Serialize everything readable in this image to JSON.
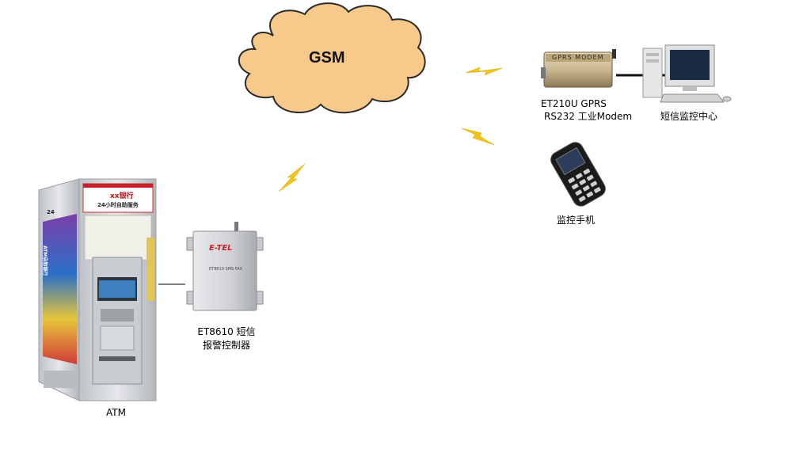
{
  "cloud": {
    "label": "GSM"
  },
  "modem": {
    "plate_text": "GPRS MODEM",
    "label_line1": "ET210U GPRS",
    "label_line2": "RS232 工业Modem"
  },
  "monitor_center": {
    "label": "短信监控中心"
  },
  "phone": {
    "label": "监控手机"
  },
  "controller": {
    "brand": "E-TEL",
    "model_text": "ET8610 SMS FAX",
    "label_line1": "ET8610 短信",
    "label_line2": "报警控制器"
  },
  "atm": {
    "label": "ATM",
    "bank_sign": "xx银行",
    "hours_sign": "24小时自助服务",
    "side_sign": "ATM自助银行",
    "side_hours": "24"
  },
  "colors": {
    "cloud_fill": "#f7c98a",
    "cloud_stroke": "#2b2b2b",
    "lightning": "#f2c318",
    "modem_body": "#c9b78f",
    "atm_frame": "#d6d8dc"
  }
}
